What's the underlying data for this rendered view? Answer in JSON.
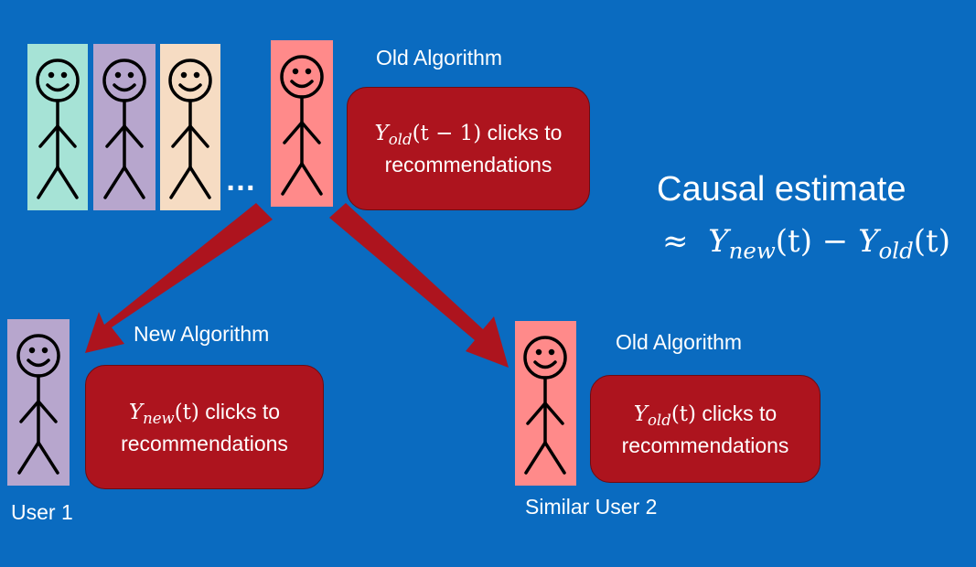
{
  "figures": {
    "group": [
      {
        "role": "user",
        "color": "#a6e3d6"
      },
      {
        "role": "user",
        "color": "#b7a6cd"
      },
      {
        "role": "user",
        "color": "#f6dcc3"
      },
      {
        "role": "user",
        "color": "#ff8a8a"
      }
    ],
    "user1_color": "#b7a6cd",
    "user2_color": "#ff8a8a"
  },
  "top": {
    "label": "Old Algorithm",
    "ellipsis": "…",
    "box": {
      "var": "Y",
      "sub": "old",
      "arg": "(t − 1)",
      "suffix": " clicks to",
      "line2": "recommendations"
    }
  },
  "left": {
    "label": "New Algorithm",
    "user_label": "User 1",
    "box": {
      "var": "Y",
      "sub": "new",
      "arg": "(t)",
      "suffix": " clicks to",
      "line2": "recommendations"
    }
  },
  "right": {
    "label": "Old Algorithm",
    "user_label": "Similar User 2",
    "box": {
      "var": "Y",
      "sub": "old",
      "arg": "(t)",
      "suffix": " clicks to",
      "line2": "recommendations"
    }
  },
  "causal": {
    "title": "Causal estimate",
    "approx": "≈",
    "a_var": "Y",
    "a_sub": "new",
    "a_arg": "(t)",
    "minus": " − ",
    "b_var": "Y",
    "b_sub": "old",
    "b_arg": "(t)"
  },
  "colors": {
    "background": "#0a6bc0",
    "box": "#ad141e",
    "arrow": "#ad141e"
  }
}
